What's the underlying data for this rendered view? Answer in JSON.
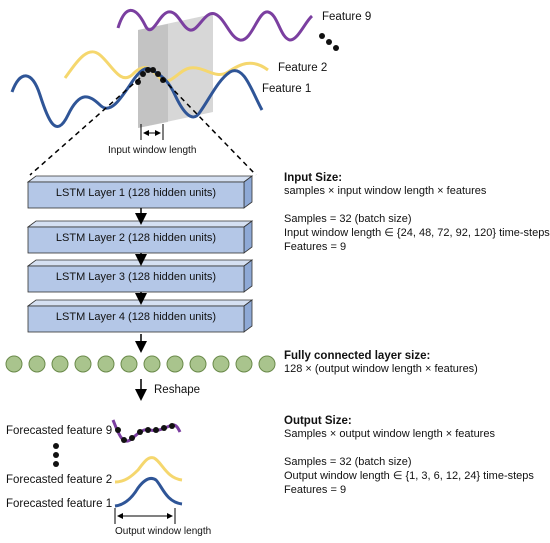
{
  "top": {
    "feature_labels": [
      "Feature 9",
      "Feature 2",
      "Feature 1"
    ],
    "input_window_label": "Input window length"
  },
  "lstm_layers": [
    "LSTM Layer 1 (128 hidden units)",
    "LSTM Layer 2 (128 hidden units)",
    "LSTM Layer 3 (128 hidden units)",
    "LSTM Layer 4 (128 hidden units)"
  ],
  "reshape_label": "Reshape",
  "bottom": {
    "forecast_labels": [
      "Forecasted feature 9",
      "Forecasted feature 2",
      "Forecasted feature 1"
    ],
    "output_window_label": "Output window length"
  },
  "panels": {
    "input": {
      "title": "Input Size:",
      "line1": "samples × input window length × features",
      "line2": "Samples = 32 (batch size)",
      "line3": "Input window length ∈ {24, 48, 72, 92, 120} time-steps",
      "line4": "Features = 9"
    },
    "fc": {
      "title": "Fully connected layer size:",
      "line1": "128 × (output window length × features)"
    },
    "output": {
      "title": "Output Size:",
      "line1": "Samples × output window length × features",
      "line2": "Samples = 32 (batch size)",
      "line3": "Output window length ∈ {1, 3, 6, 12, 24} time-steps",
      "line4": "Features = 9"
    }
  },
  "colors": {
    "feature9": "#7b3fa0",
    "feature2": "#f5d76e",
    "feature1": "#2f5597",
    "lstm_fill": "#b4c7e7",
    "fc_node": "#a9c48d"
  }
}
